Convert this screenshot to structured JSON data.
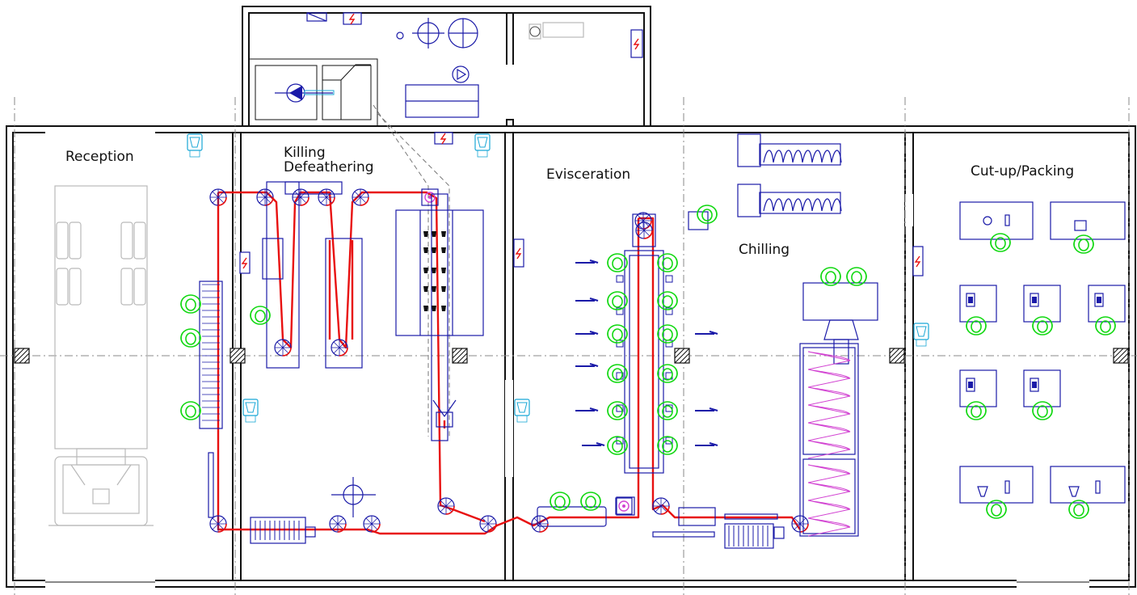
{
  "rooms": {
    "reception": "Reception",
    "killing_line1": "Killing",
    "killing_line2": "Defeathering",
    "evisceration": "Evisceration",
    "chilling": "Chilling",
    "cutup": "Cut-up/Packing"
  },
  "colors": {
    "walls": "#111111",
    "equipment": "#1a1aa8",
    "conveyor": "#e81010",
    "operators": "#11d811",
    "sinks": "#19a7d6",
    "spiral_chiller": "#d243d2",
    "vehicle": "#b9b9b9"
  },
  "icons": [
    "electrical-panel-icon",
    "hand-wash-sink-icon",
    "operator-icon",
    "pulley-wheel-icon",
    "pump-icon",
    "truck-icon"
  ]
}
